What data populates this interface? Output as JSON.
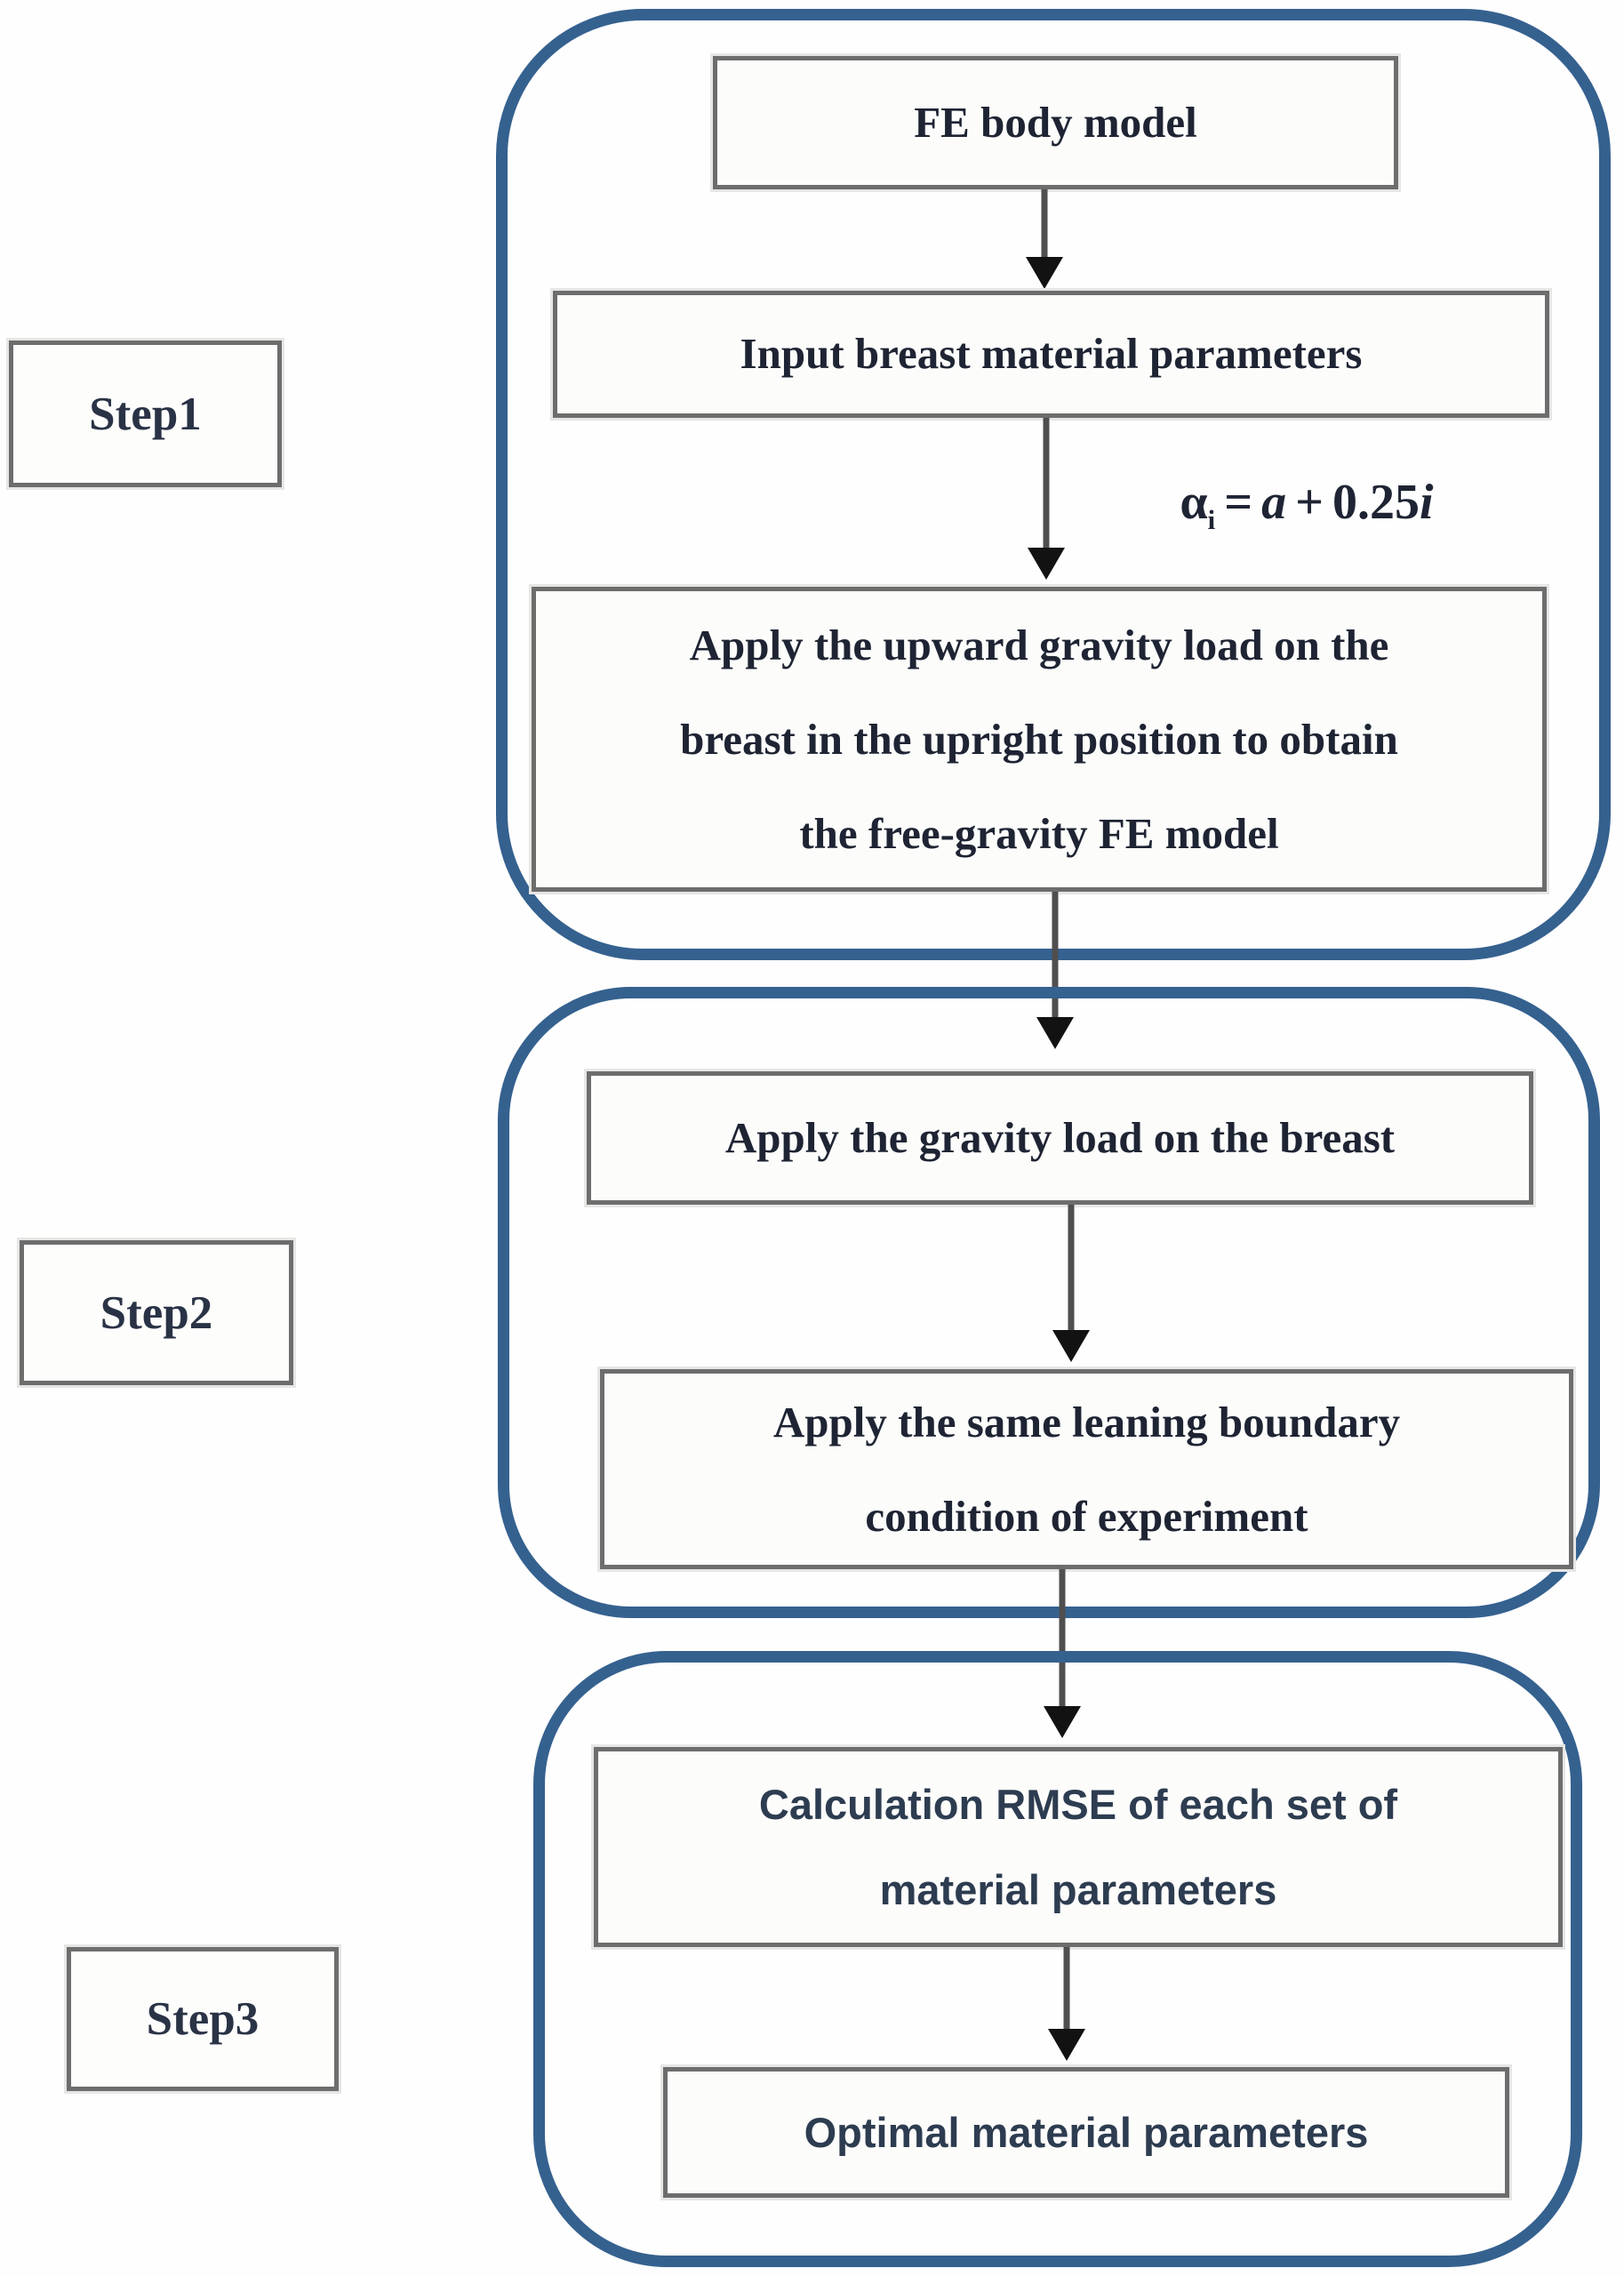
{
  "colors": {
    "container_border": "#35618f",
    "box_border": "#6d6d6d",
    "serif_text": "#1e2433",
    "sans_text": "#2d3c50",
    "arrow_shaft": "#4f4f4f",
    "arrow_head": "#121212"
  },
  "step_labels": {
    "step1": "Step1",
    "step2": "Step2",
    "step3": "Step3"
  },
  "step1": {
    "fe_body_model": "FE body model",
    "input_params": "Input breast material parameters",
    "formula": {
      "alpha": "α",
      "alpha_sub": "i",
      "equals": "=",
      "a_var": "a",
      "plus": "+",
      "coefficient": "0.25",
      "i_var": "i"
    },
    "apply_upward": [
      "Apply the upward gravity load on the",
      "breast in the upright position to obtain",
      "the free-gravity FE model"
    ]
  },
  "step2": {
    "apply_gravity": "Apply the gravity load on the breast",
    "apply_leaning": [
      "Apply the same leaning boundary",
      "condition of experiment"
    ]
  },
  "step3": {
    "calc_rmse": [
      "Calculation RMSE of each set of",
      "material parameters"
    ],
    "optimal": "Optimal material parameters"
  }
}
